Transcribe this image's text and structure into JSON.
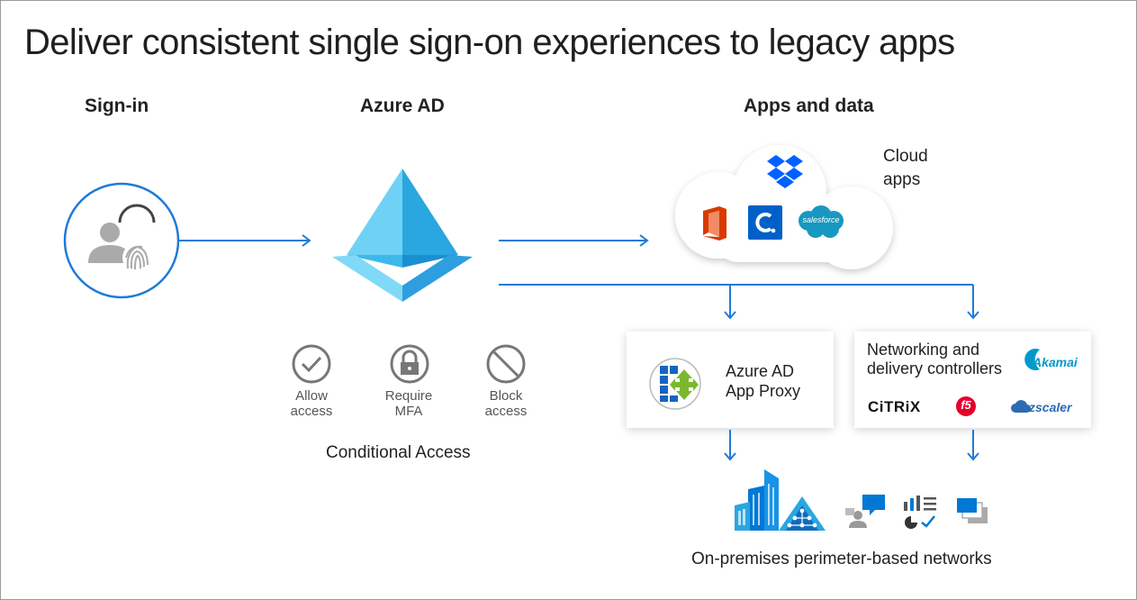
{
  "title": "Deliver consistent single sign-on experiences to legacy apps",
  "headings": {
    "signin": "Sign-in",
    "azuread": "Azure AD",
    "apps": "Apps and data"
  },
  "cloud": {
    "label_line1": "Cloud",
    "label_line2": "apps",
    "salesforce_text": "salesforce"
  },
  "conditional_access": {
    "title": "Conditional Access",
    "items": [
      {
        "line1": "Allow",
        "line2": "access"
      },
      {
        "line1": "Require",
        "line2": "MFA"
      },
      {
        "line1": "Block",
        "line2": "access"
      }
    ]
  },
  "proxy": {
    "line1": "Azure AD",
    "line2": "App Proxy"
  },
  "networking": {
    "line1": "Networking and",
    "line2": "delivery controllers",
    "brands": {
      "akamai": "Akamai",
      "citrix": "CiTRiX",
      "f5": "f5",
      "zscaler": "zscaler"
    }
  },
  "onprem": {
    "label": "On-premises perimeter-based networks"
  },
  "colors": {
    "azure_blue": "#0078d4",
    "arrow_blue": "#1f7ad8",
    "gray_icon": "#aaaaaa",
    "office_red": "#d83b01",
    "salesforce": "#1798c1",
    "akamai": "#0099cc",
    "f5_red": "#e4002b",
    "zscaler": "#2d6ab4"
  }
}
